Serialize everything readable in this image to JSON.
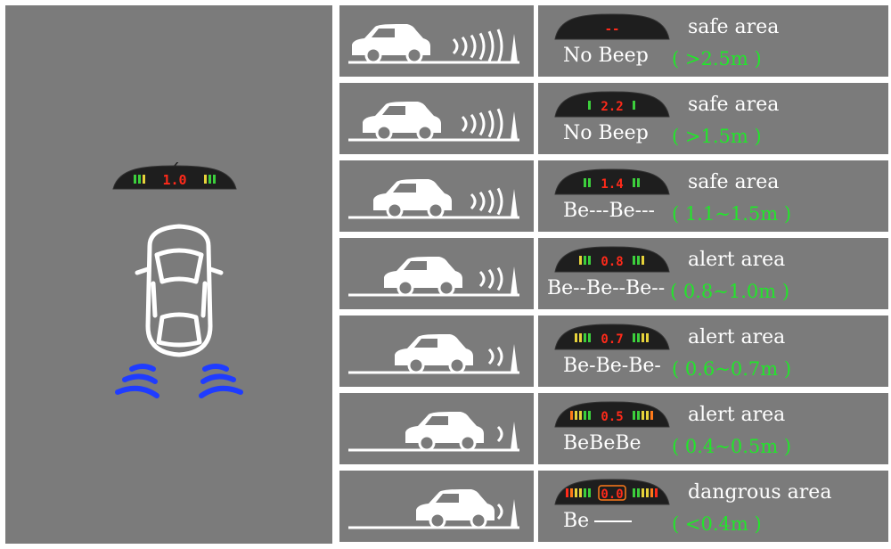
{
  "main_display": {
    "reading": "1.0"
  },
  "levels": [
    {
      "display": "--",
      "area": "safe area",
      "beep": "No Beep",
      "range": "( >2.5m )",
      "lit_bars": 0
    },
    {
      "display": "2.2",
      "area": "safe area",
      "beep": "No Beep",
      "range": "( >1.5m )",
      "lit_bars": 1
    },
    {
      "display": "1.4",
      "area": "safe area",
      "beep": "Be---Be---",
      "range": "( 1.1~1.5m )",
      "lit_bars": 2
    },
    {
      "display": "0.8",
      "area": "alert area",
      "beep": "Be--Be--Be--",
      "range": "( 0.8~1.0m )",
      "lit_bars": 3
    },
    {
      "display": "0.7",
      "area": "alert area",
      "beep": "Be-Be-Be-",
      "range": "( 0.6~0.7m )",
      "lit_bars": 4
    },
    {
      "display": "0.5",
      "area": "alert area",
      "beep": "BeBeBe",
      "range": "( 0.4~0.5m )",
      "lit_bars": 5
    },
    {
      "display": "0.0",
      "area": "dangrous area",
      "beep": "Be",
      "range": "( <0.4m )",
      "lit_bars": 6
    }
  ],
  "colors": {
    "panel": "#7b7b7b",
    "range_text": "#22e62b",
    "led_red": "#ff2a1a",
    "wave_blue": "#1f3cff"
  }
}
